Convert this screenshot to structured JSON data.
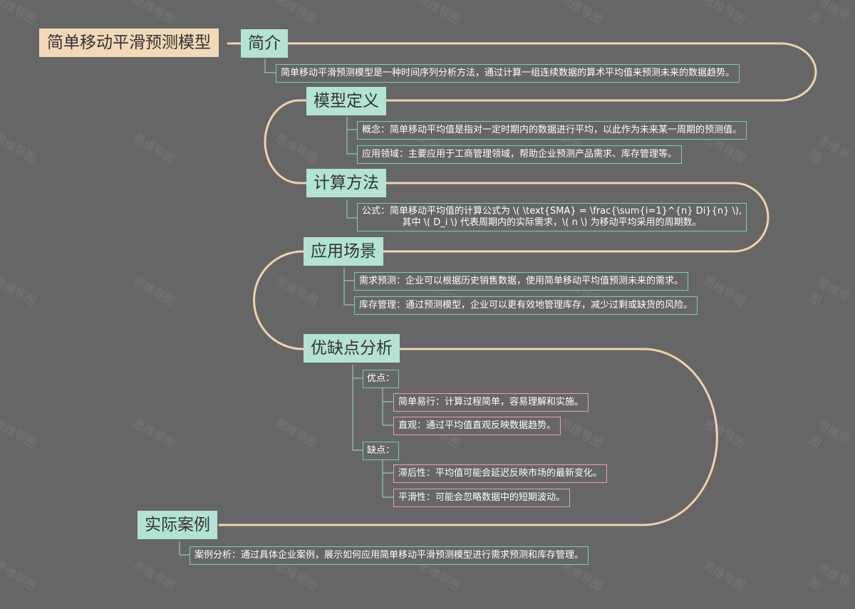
{
  "title": "简单移动平滑预测模型",
  "watermark": "思维导图",
  "colors": {
    "background": "#666666",
    "root_fill": "#f2d9b8",
    "topic_fill": "#b2e3d3",
    "leaf_border": "#6fd2b9",
    "detail_border": "#e8a2a2",
    "curve": "#f0d2ad",
    "branch_line": "#8fc9b8"
  },
  "intro": {
    "label": "简介",
    "text": "简单移动平滑预测模型是一种时间序列分析方法，通过计算一组连续数据的算术平均值来预测未来的数据趋势。"
  },
  "definition": {
    "label": "模型定义",
    "concept": "概念：简单移动平均值是指对一定时期内的数据进行平均，以此作为未来某一周期的预测值。",
    "application": "应用领域：主要应用于工商管理领域，帮助企业预测产品需求、库存管理等。"
  },
  "method": {
    "label": "计算方法",
    "formula_line1": "公式：简单移动平均值的计算公式为 \\( \\text{SMA} = \\frac{\\sum{i=1}^{n} Di}{n} \\),",
    "formula_line2": "其中 \\( D_i \\) 代表周期内的实际需求，\\( n \\) 为移动平均采用的周期数。"
  },
  "scenarios": {
    "label": "应用场景",
    "demand": "需求预测：企业可以根据历史销售数据，使用简单移动平均值预测未来的需求。",
    "inventory": "库存管理：通过预测模型，企业可以更有效地管理库存，减少过剩或缺货的风险。"
  },
  "analysis": {
    "label": "优缺点分析",
    "pros_label": "优点：",
    "pros": [
      "简单易行：计算过程简单，容易理解和实施。",
      "直观：通过平均值直观反映数据趋势。"
    ],
    "cons_label": "缺点：",
    "cons": [
      "滞后性：平均值可能会延迟反映市场的最新变化。",
      "平滑性：可能会忽略数据中的短期波动。"
    ]
  },
  "case": {
    "label": "实际案例",
    "text": "案例分析：通过具体企业案例，展示如何应用简单移动平滑预测模型进行需求预测和库存管理。"
  }
}
